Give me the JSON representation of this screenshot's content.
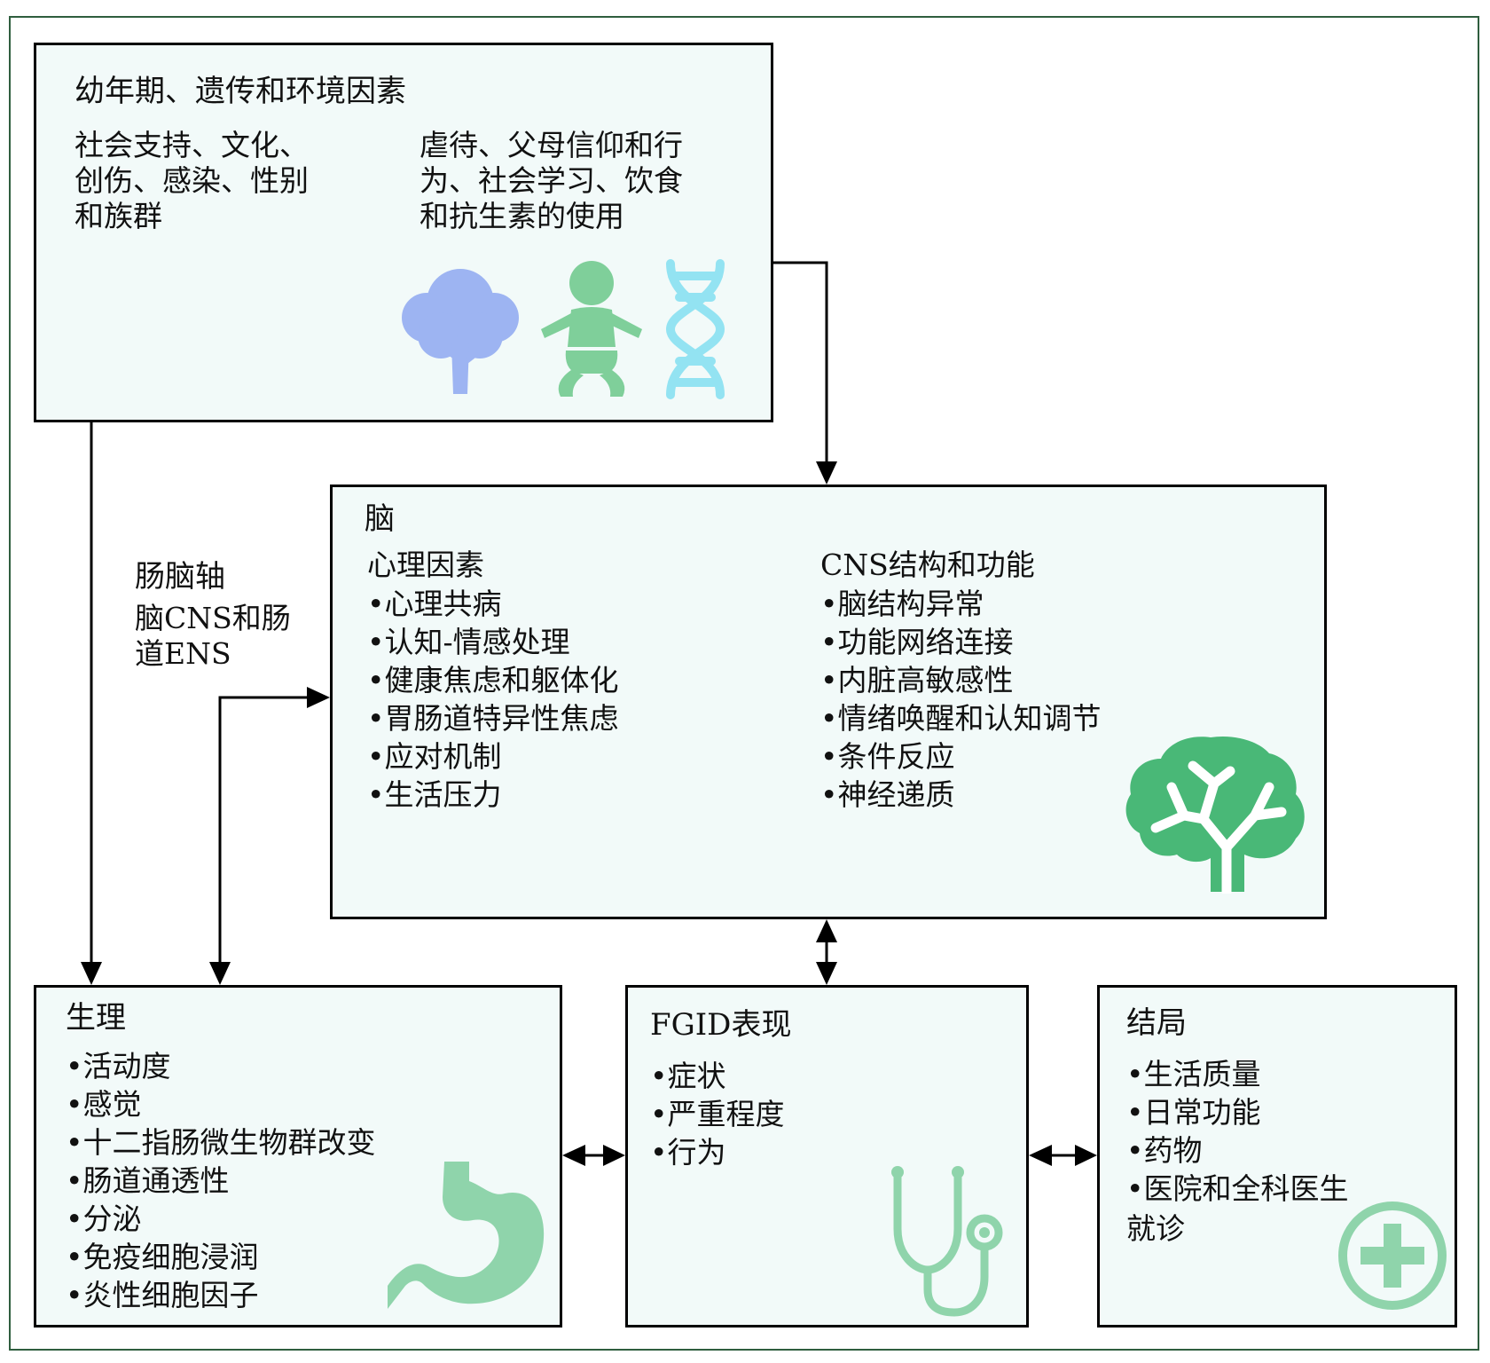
{
  "environment": {
    "title": "幼年期、遗传和环境因素",
    "left_text": [
      "社会支持、文化、",
      "创伤、感染、性别",
      "和族群"
    ],
    "right_text": [
      "虐待、父母信仰和行",
      "为、社会学习、饮食",
      "和抗生素的使用"
    ],
    "icons": [
      "tree-icon",
      "baby-icon",
      "dna-icon"
    ]
  },
  "axis_label": {
    "title": "肠脑轴",
    "lines": [
      "脑CNS和肠",
      "道ENS"
    ]
  },
  "brain": {
    "title": "脑",
    "psych_title": "心理因素",
    "psych_items": [
      "心理共病",
      "认知-情感处理",
      "健康焦虑和躯体化",
      "胃肠道特异性焦虑",
      "应对机制",
      "生活压力"
    ],
    "cns_title": "CNS结构和功能",
    "cns_items": [
      "脑结构异常",
      "功能网络连接",
      "内脏高敏感性",
      "情绪唤醒和认知调节",
      "条件反应",
      "神经递质"
    ],
    "icon": "brain-tree-icon"
  },
  "physiology": {
    "title": "生理",
    "items": [
      "活动度",
      "感觉",
      "十二指肠微生物群改变",
      "肠道通透性",
      "分泌",
      "免疫细胞浸润",
      "炎性细胞因子"
    ],
    "icon": "stomach-icon"
  },
  "fgid": {
    "title": "FGID表现",
    "items": [
      "症状",
      "严重程度",
      "行为"
    ],
    "icon": "stethoscope-icon"
  },
  "outcome": {
    "title": "结局",
    "items": [
      "生活质量",
      "日常功能",
      "药物",
      "医院和全科医生"
    ],
    "continuation": "就诊",
    "icon": "medical-cross-icon"
  },
  "colors": {
    "box_fill": "#f2faf9",
    "border": "#000000",
    "frame": "#2f5e3e",
    "brain_green": "#49b877",
    "stomach_green": "#8fd4ab",
    "tree_blue": "#9db4f2",
    "dna_cyan": "#93e3f2"
  }
}
